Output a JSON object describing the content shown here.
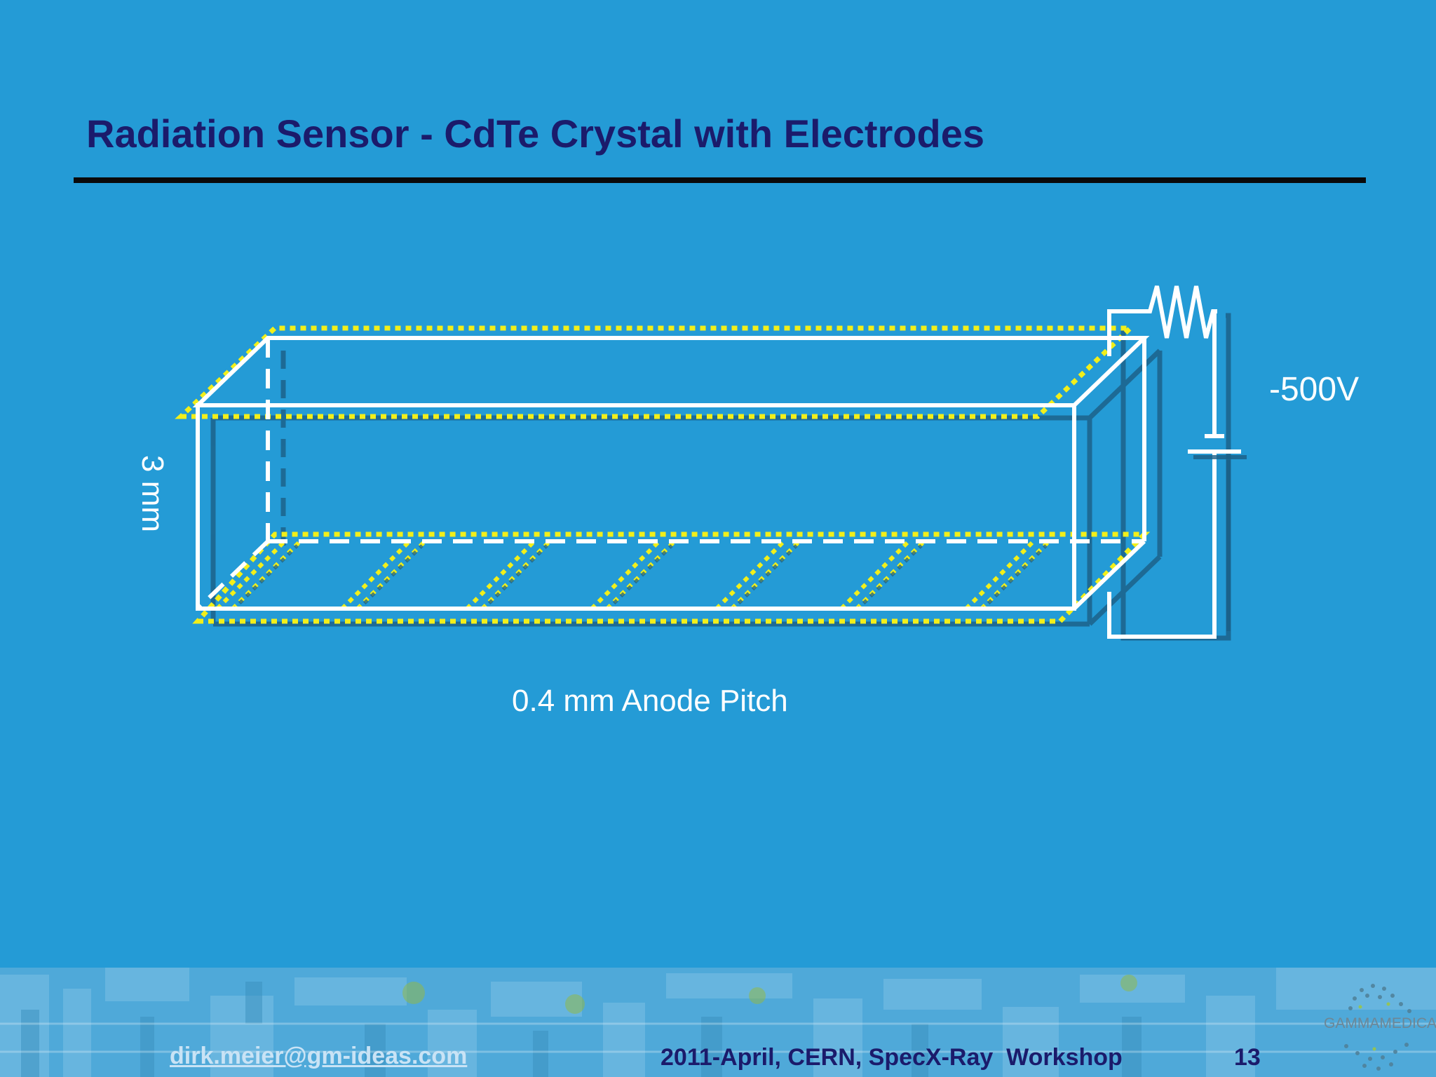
{
  "slide": {
    "title": "Radiation Sensor - CdTe Crystal with Electrodes"
  },
  "diagram": {
    "voltage_label": "-500V",
    "thickness_label": "3 mm",
    "pitch_label": "0.4 mm Anode Pitch",
    "crystal_outline_color": "#ffffff",
    "electrode_color": "#f2ef1a",
    "wire_color": "#ffffff"
  },
  "footer": {
    "email": "dirk.meier@gm-ideas.com",
    "event": "2011-April, CERN, SpecX-Ray  Workshop",
    "page_number": "13",
    "logo_text": "GAMMAMEDICA"
  },
  "colors": {
    "background": "#249bd6",
    "title_text": "#1b1b6b"
  }
}
